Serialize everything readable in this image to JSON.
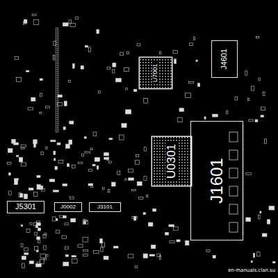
{
  "diagram": {
    "nodes": [
      {
        "text": [
          "U7001"
        ]
      },
      {
        "text": [
          "J4601"
        ]
      },
      {
        "text": [
          "U0301"
        ]
      },
      {
        "text": [
          "J1601"
        ]
      },
      {
        "text": [
          "J5301"
        ]
      },
      {
        "text": [
          "J0002"
        ]
      },
      {
        "text": [
          "J3101"
        ]
      }
    ],
    "labels": [
      "en-manuals.clan.su"
    ]
  }
}
